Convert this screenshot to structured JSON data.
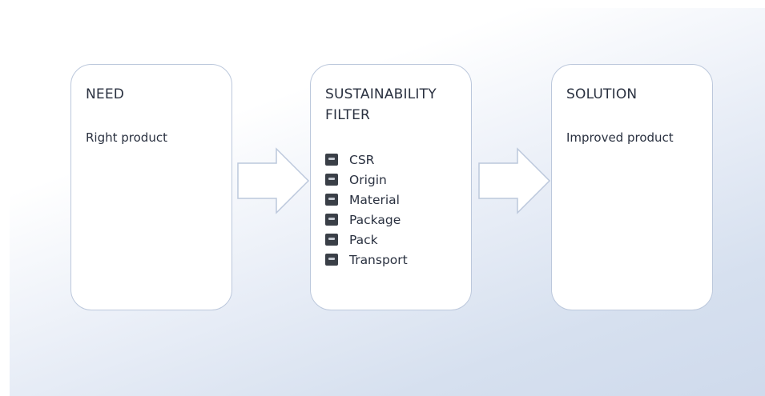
{
  "need": {
    "title": "NEED",
    "description": "Right product"
  },
  "filter": {
    "title": "SUSTAINABILITY\nFILTER",
    "items": [
      {
        "label": "CSR",
        "icon": "csr-icon"
      },
      {
        "label": "Origin",
        "icon": "origin-icon"
      },
      {
        "label": "Material",
        "icon": "material-icon"
      },
      {
        "label": "Package",
        "icon": "package-icon"
      },
      {
        "label": "Pack",
        "icon": "pack-icon"
      },
      {
        "label": "Transport",
        "icon": "transport-icon"
      }
    ]
  },
  "solution": {
    "title": "SOLUTION",
    "description": "Improved product"
  },
  "colors": {
    "box_border": "#bcc8dc",
    "text": "#2a3140",
    "icon": "#3a3f47"
  }
}
